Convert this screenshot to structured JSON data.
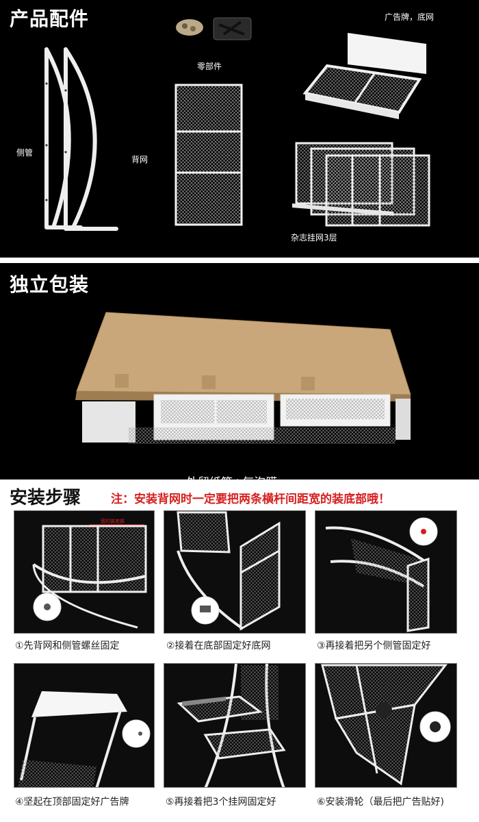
{
  "section_parts": {
    "title": "产品配件",
    "labels": {
      "side_tube": "侧管",
      "back_net": "背网",
      "small_parts": "零部件",
      "sign_base": "广告牌，底网",
      "magazine_net": "杂志挂网3层"
    }
  },
  "section_pack": {
    "title": "独立包装",
    "caption": "外贸纸箱+气泡膜"
  },
  "section_install": {
    "title": "安装步骤",
    "note": "注：安装背网时一定要把两条横杆间距宽的装底部哦！",
    "detail_label": "宽的装底部",
    "steps": [
      {
        "caption": "①先背网和侧管螺丝固定"
      },
      {
        "caption": "②接着在底部固定好底网"
      },
      {
        "caption": "③再接着把另个侧管固定好"
      },
      {
        "caption": "④坚起在顶部固定好广告牌"
      },
      {
        "caption": "⑤再接着把3个挂网固定好"
      },
      {
        "caption": "⑥安装滑轮（最后把广告贴好)"
      }
    ]
  },
  "colors": {
    "background": "#000000",
    "note_red": "#d61f1f",
    "frame_white": "#f2f2f2",
    "cardboard": "#c9a77a"
  }
}
